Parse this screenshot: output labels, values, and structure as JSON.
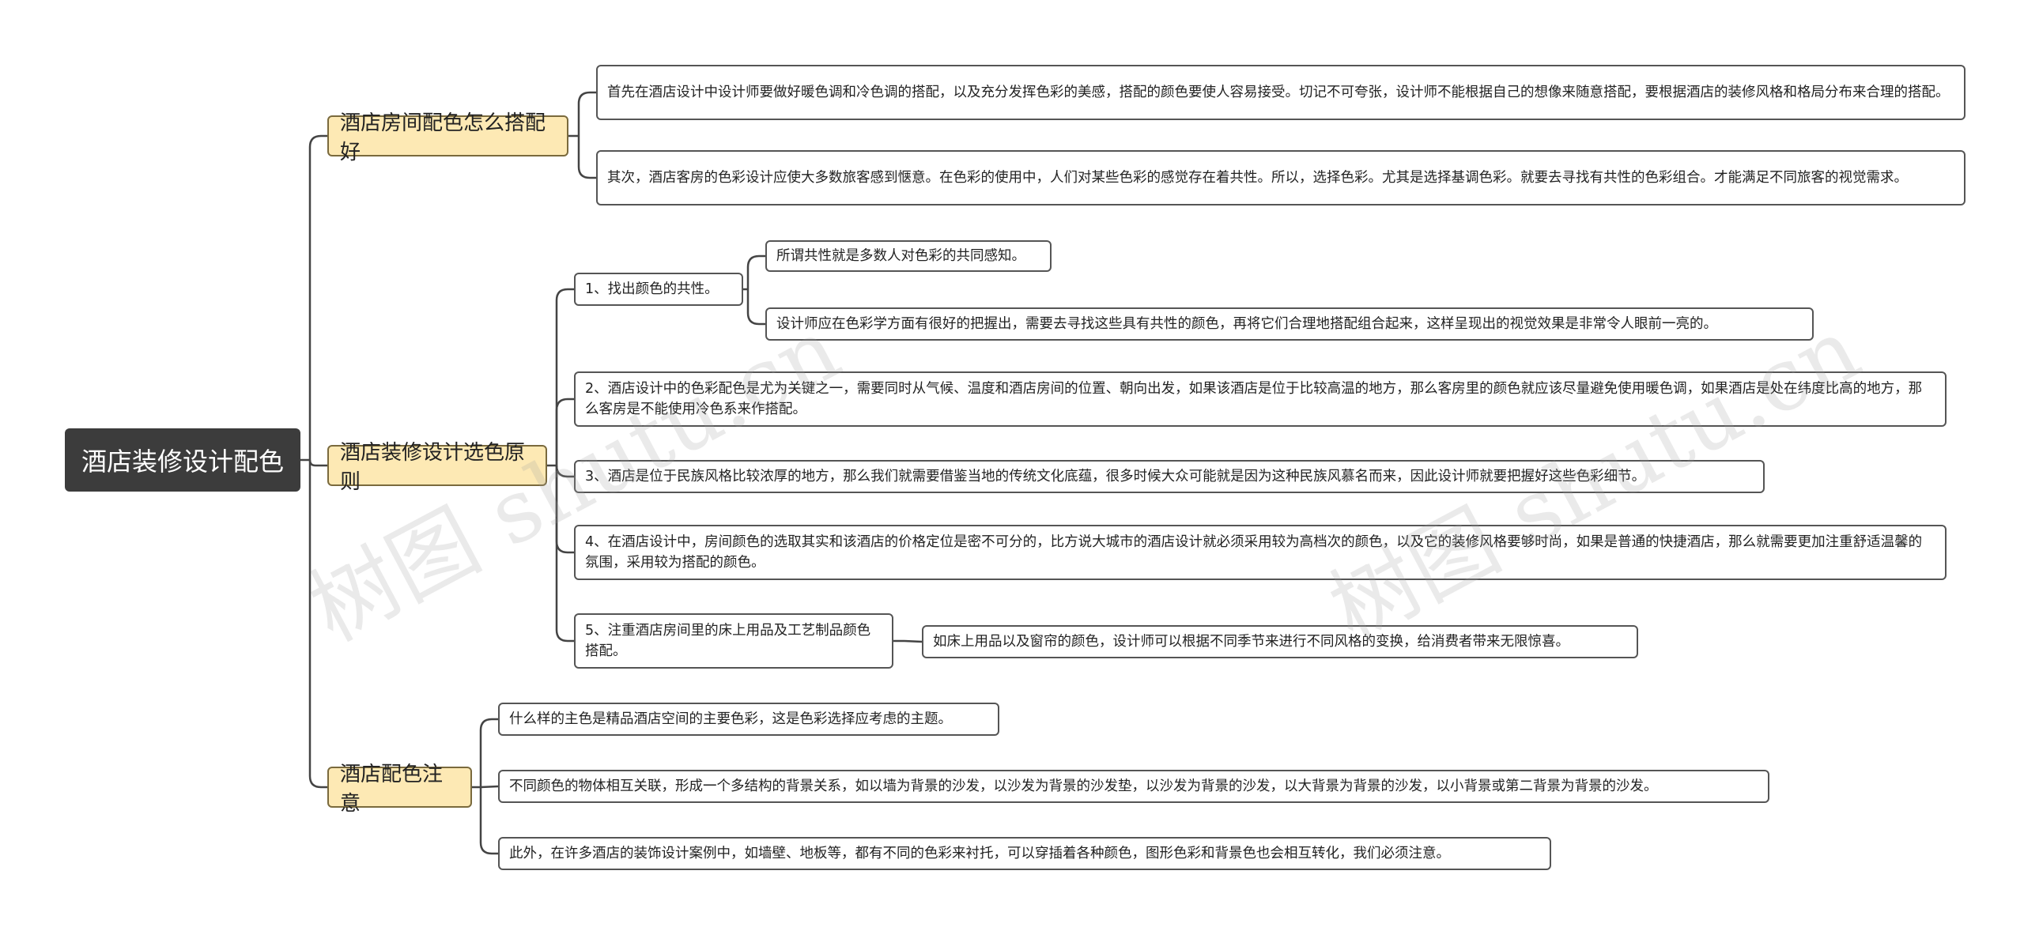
{
  "root": {
    "label": "酒店装修设计配色"
  },
  "branches": [
    {
      "label": "酒店房间配色怎么搭配好",
      "leaves": [
        "首先在酒店设计中设计师要做好暖色调和冷色调的搭配，以及充分发挥色彩的美感，搭配的颜色要使人容易接受。切记不可夸张，设计师不能根据自己的想像来随意搭配，要根据酒店的装修风格和格局分布来合理的搭配。",
        "其次，酒店客房的色彩设计应使大多数旅客感到惬意。在色彩的使用中，人们对某些色彩的感觉存在着共性。所以，选择色彩。尤其是选择基调色彩。就要去寻找有共性的色彩组合。才能满足不同旅客的视觉需求。"
      ]
    },
    {
      "label": "酒店装修设计选色原则",
      "items": [
        {
          "label": "1、找出颜色的共性。",
          "children": [
            "所谓共性就是多数人对色彩的共同感知。",
            "设计师应在色彩学方面有很好的把握出，需要去寻找这些具有共性的颜色，再将它们合理地搭配组合起来，这样呈现出的视觉效果是非常令人眼前一亮的。"
          ]
        },
        {
          "label": "2、酒店设计中的色彩配色是尤为关键之一，需要同时从气候、温度和酒店房间的位置、朝向出发，如果该酒店是位于比较高温的地方，那么客房里的颜色就应该尽量避免使用暖色调，如果酒店是处在纬度比高的地方，那么客房是不能使用冷色系来作搭配。"
        },
        {
          "label": "3、酒店是位于民族风格比较浓厚的地方，那么我们就需要借鉴当地的传统文化底蕴，很多时候大众可能就是因为这种民族风慕名而来，因此设计师就要把握好这些色彩细节。"
        },
        {
          "label": "4、在酒店设计中，房间颜色的选取其实和该酒店的价格定位是密不可分的，比方说大城市的酒店设计就必须采用较为高档次的颜色，以及它的装修风格要够时尚，如果是普通的快捷酒店，那么就需要更加注重舒适温馨的氛围，采用较为搭配的颜色。"
        },
        {
          "label": "5、注重酒店房间里的床上用品及工艺制品颜色搭配。",
          "children": [
            "如床上用品以及窗帘的颜色，设计师可以根据不同季节来进行不同风格的变换，给消费者带来无限惊喜。"
          ]
        }
      ]
    },
    {
      "label": "酒店配色注意",
      "leaves": [
        "什么样的主色是精品酒店空间的主要色彩，这是色彩选择应考虑的主题。",
        "不同颜色的物体相互关联，形成一个多结构的背景关系，如以墙为背景的沙发，以沙发为背景的沙发垫，以沙发为背景的沙发，以大背景为背景的沙发，以小背景或第二背景为背景的沙发。",
        "此外，在许多酒店的装饰设计案例中，如墙壁、地板等，都有不同的色彩来衬托，可以穿插着各种颜色，图形色彩和背景色也会相互转化，我们必须注意。"
      ]
    }
  ],
  "watermark": {
    "text": "树图 shutu.cn"
  },
  "colors": {
    "root_bg": "#3c3c3c",
    "branch_bg": "#fde9b4",
    "line": "#444444"
  }
}
